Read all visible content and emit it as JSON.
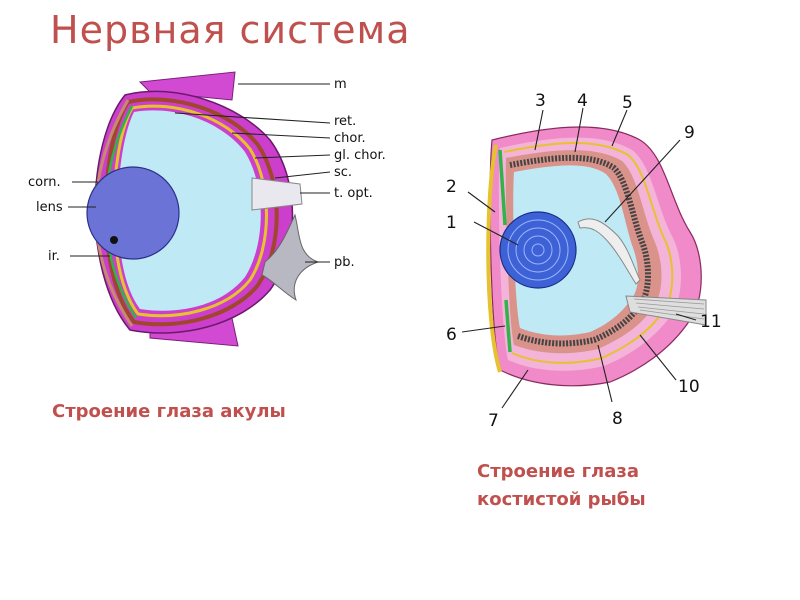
{
  "title": "Нервная система",
  "shark": {
    "caption": "Строение глаза акулы",
    "labels": {
      "m": "m",
      "ret": "ret.",
      "chor": "chor.",
      "glchor": "gl. chor.",
      "sc": "sc.",
      "topt": "t. opt.",
      "corn": "corn.",
      "lens": "lens",
      "ir": "ir.",
      "pb": "pb."
    }
  },
  "fish": {
    "caption_line1": "Строение глаза",
    "caption_line2": "костистой рыбы",
    "numbers": [
      "1",
      "2",
      "3",
      "4",
      "5",
      "6",
      "7",
      "8",
      "9",
      "10",
      "11"
    ]
  },
  "colors": {
    "title": "#c0504d",
    "vitreous": "#bfeaf5",
    "lens": "#6b73d6",
    "muscle": "#cc3fcc",
    "sclera_fish": "#f08ac8",
    "choroid": "#d9938a",
    "retina_green": "#2fb34a",
    "yellow_layer": "#e6c22e"
  }
}
